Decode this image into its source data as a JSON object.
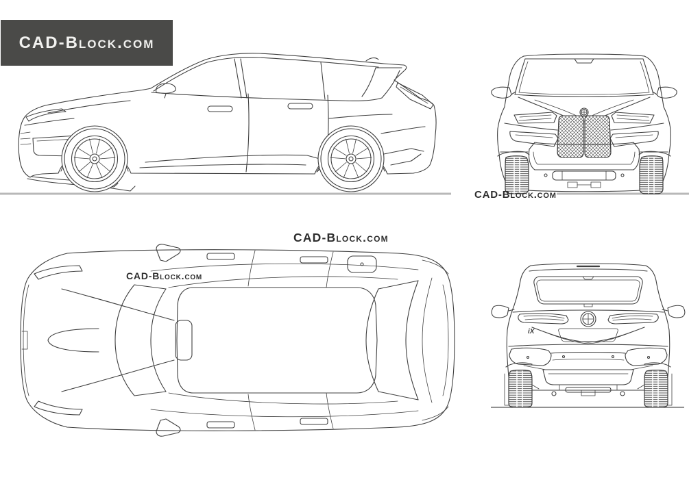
{
  "logo": {
    "text": "CAD-Block.com"
  },
  "watermarks": {
    "front_view": "CAD-Block.com",
    "center": "CAD-Block.com",
    "top_view": "CAD-Block.com"
  },
  "rear_view": {
    "badge": "iX"
  },
  "colors": {
    "background": "#ffffff",
    "line": "#3f3f3f",
    "logo_background": "#4a4a48",
    "logo_text": "#f2f2f0",
    "watermark_text": "#2e2e2e",
    "ground_line_light": "#b8b8b8",
    "ground_line_dark": "#6f6f6f"
  }
}
